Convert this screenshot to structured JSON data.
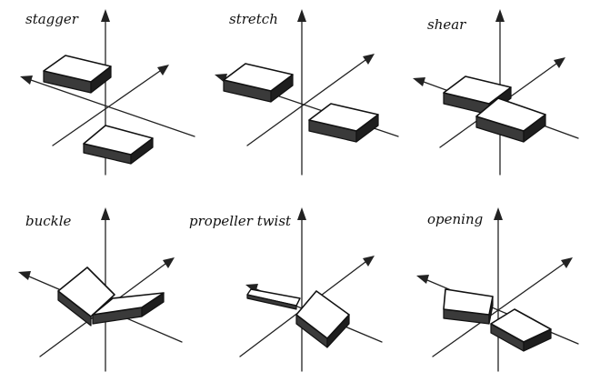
{
  "panels": [
    {
      "id": "stagger",
      "label": "stagger"
    },
    {
      "id": "stretch",
      "label": "stretch"
    },
    {
      "id": "shear",
      "label": "shear"
    },
    {
      "id": "buckle",
      "label": "buckle"
    },
    {
      "id": "propeller-twist",
      "label": "propeller twist"
    },
    {
      "id": "opening",
      "label": "opening"
    }
  ],
  "colors": {
    "line": "#222222",
    "plate_edge": "#3a3a3a",
    "background": "#ffffff"
  }
}
